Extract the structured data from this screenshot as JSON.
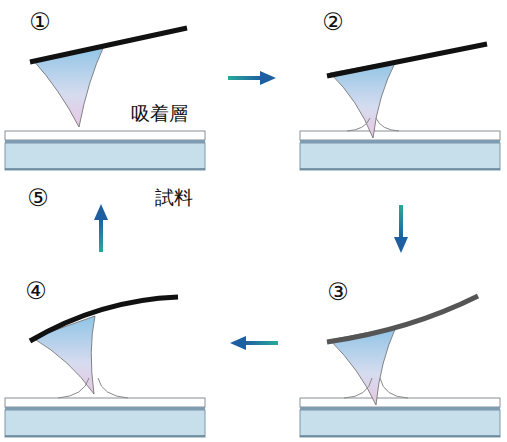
{
  "diagram": {
    "labels": [
      "①",
      "②",
      "③",
      "④",
      "⑤",
      "吸着層",
      "試料"
    ]
  }
}
